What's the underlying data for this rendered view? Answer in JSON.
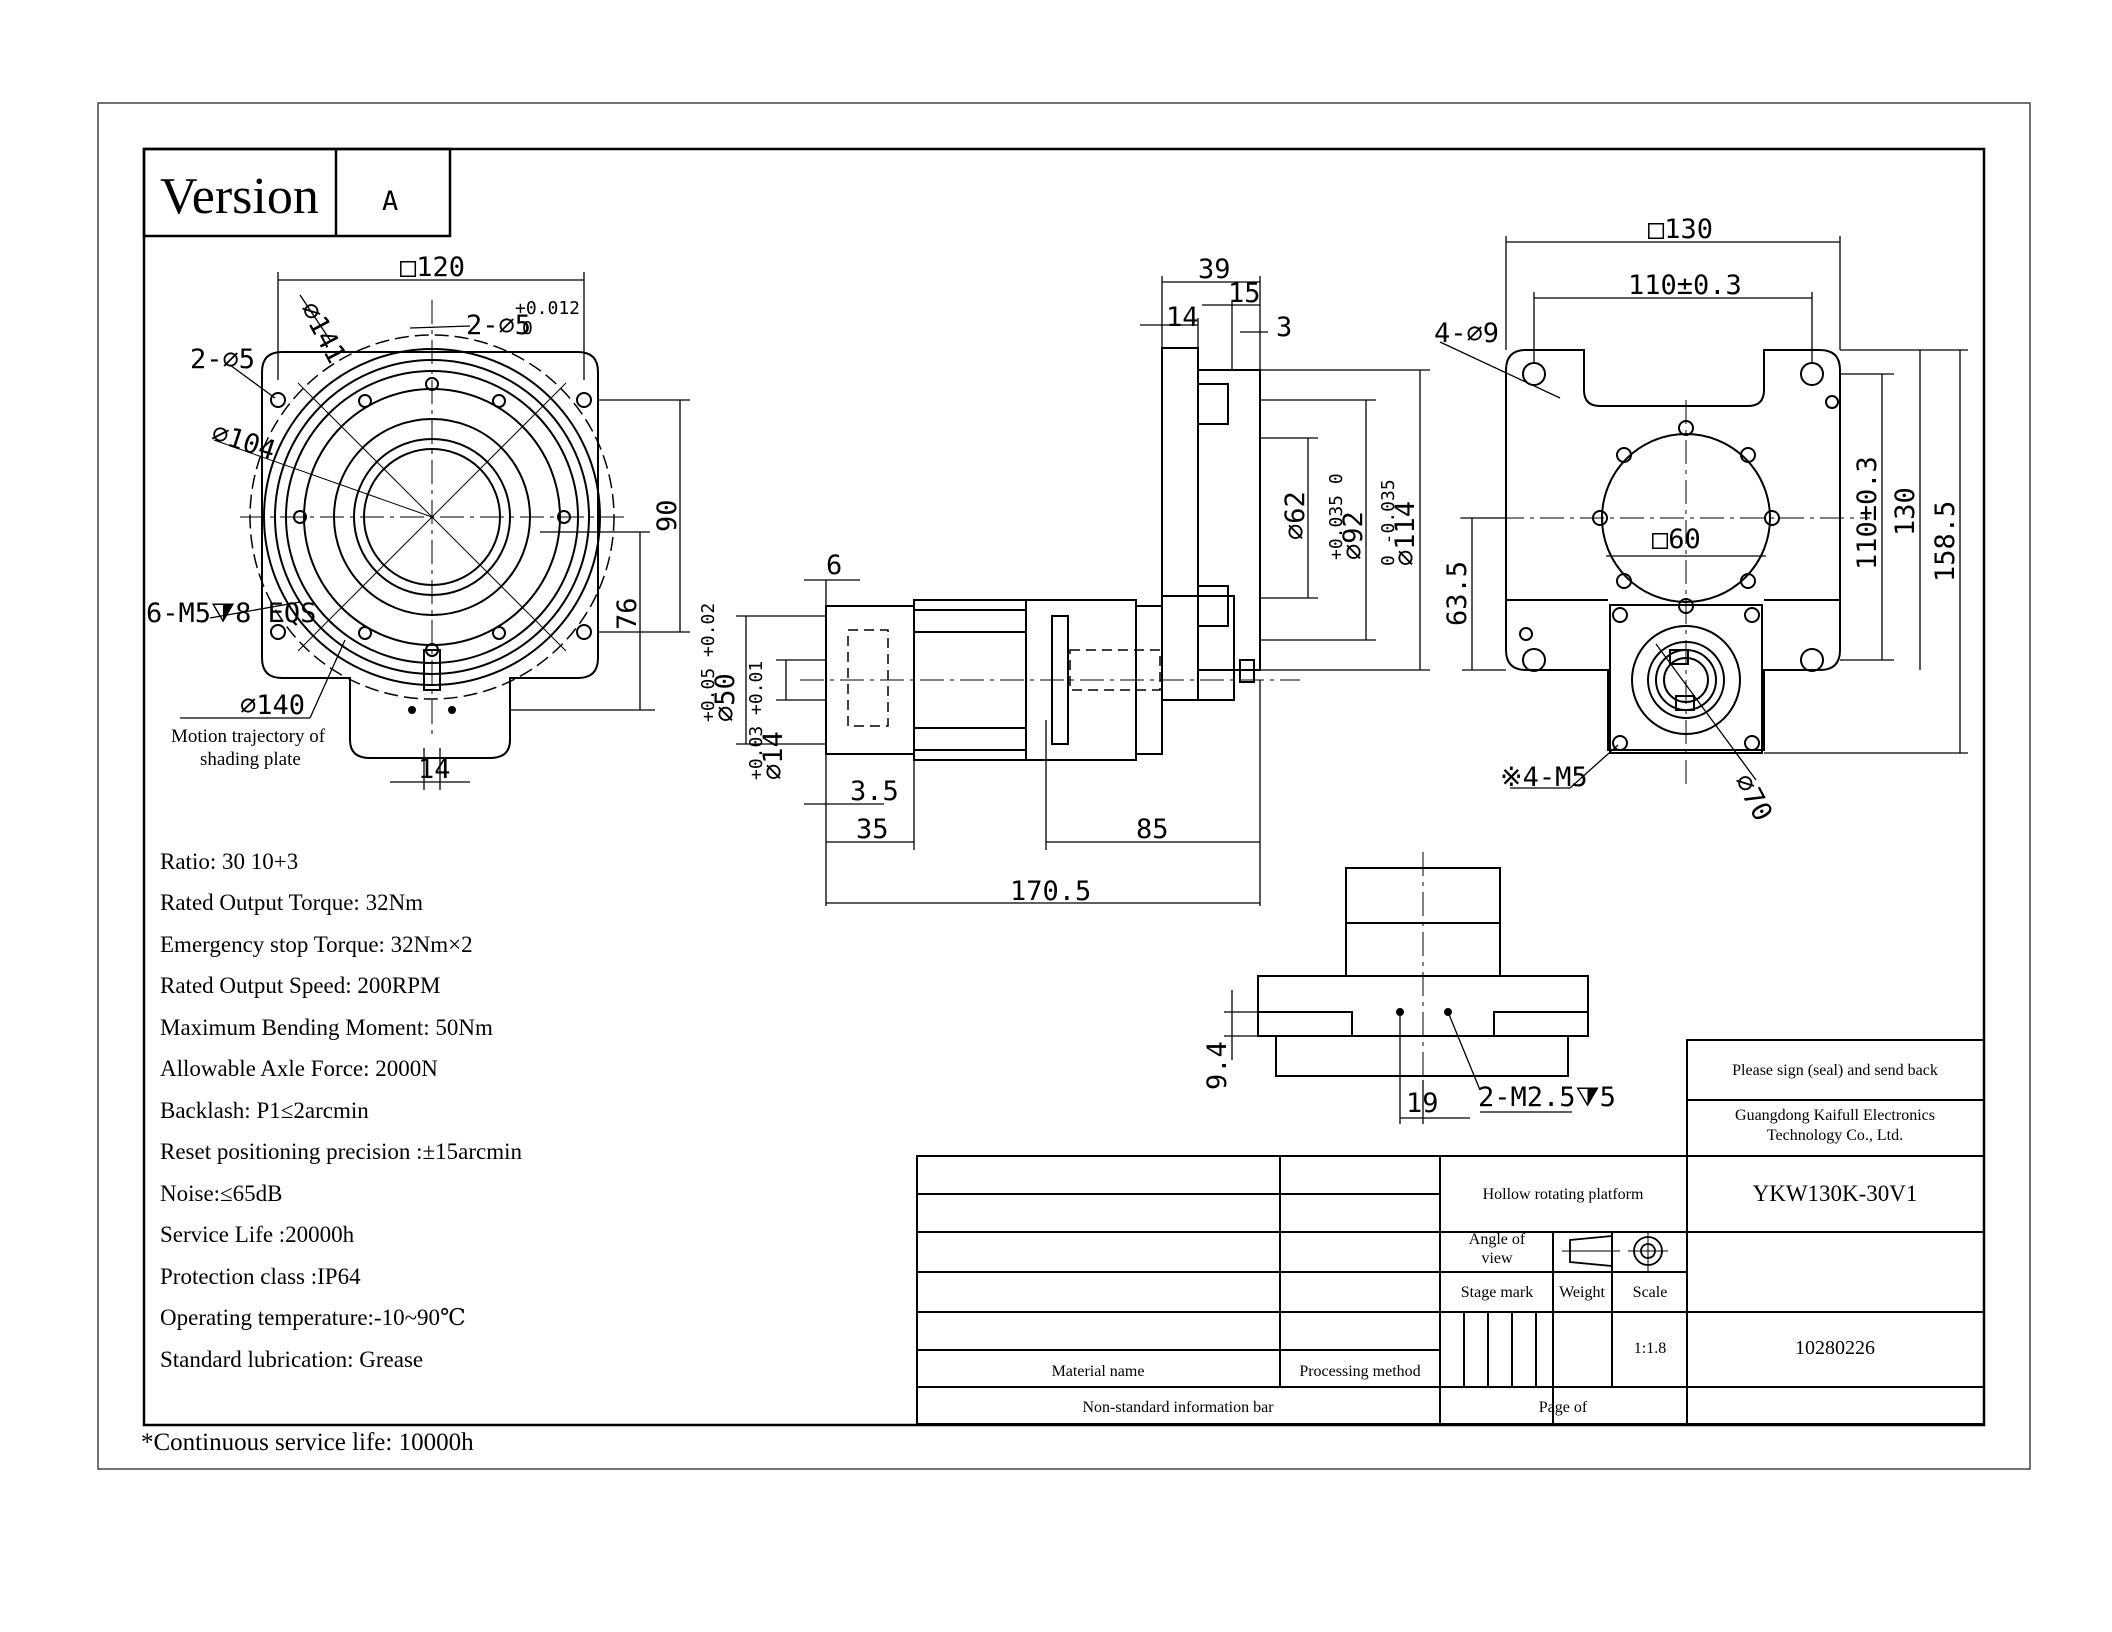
{
  "version": {
    "label": "Version",
    "value": "A"
  },
  "dimensions": {
    "front_square": "□120",
    "front_dia141": "⌀141",
    "front_holes_2x5": "2-⌀5",
    "front_tol_upper": "+0.012",
    "front_tol_lower": "0",
    "front_2phi5_left": "2-⌀5",
    "front_dia104": "⌀104",
    "front_90": "90",
    "front_76": "76",
    "front_thread": "6-M5⧩8 EQS",
    "front_dia140": "⌀140",
    "front_14": "14",
    "motion_note_1": "Motion trajectory of",
    "motion_note_2": "shading plate",
    "side_39": "39",
    "side_15": "15",
    "side_14": "14",
    "side_3": "3",
    "side_6": "6",
    "side_dia62": "⌀62",
    "side_dia92": "⌀92",
    "side_dia92_tol": "+0.035 0",
    "side_dia114": "⌀114",
    "side_dia114_tol": "0 -0.035",
    "side_dia50": "⌀50",
    "side_dia50_tol": "+0.05 +0.02",
    "side_dia14": "⌀14",
    "side_dia14_tol": "+0.03 +0.01",
    "side_3_5": "3.5",
    "side_35": "35",
    "side_85": "85",
    "side_170_5": "170.5",
    "rear_square130": "□130",
    "rear_110": "110±0.3",
    "rear_4phi9": "4-⌀9",
    "rear_square60": "□60",
    "rear_110_v": "110±0.3",
    "rear_130_v": "130",
    "rear_158_5": "158.5",
    "rear_63_5": "63.5",
    "rear_4m5": "※4-M5",
    "rear_dia70": "⌀70",
    "bottom_9_4": "9.4",
    "bottom_19": "19",
    "bottom_m2_5": "2-M2.5⧩5"
  },
  "specs": [
    "Ratio: 30 10+3",
    "Rated Output Torque: 32Nm",
    "Emergency stop Torque: 32Nm×2",
    "Rated Output Speed: 200RPM",
    "Maximum Bending Moment: 50Nm",
    "Allowable Axle Force: 2000N",
    "Backlash: P1≤2arcmin",
    "Reset positioning precision :±15arcmin",
    "Noise:≤65dB",
    "Service Life :20000h",
    "Protection class :IP64",
    "Operating temperature:-10~90℃",
    "Standard lubrication: Grease"
  ],
  "footnote": "*Continuous service life: 10000h",
  "title_block": {
    "sign_note": "Please sign (seal) and send back",
    "company_1": "Guangdong Kaifull Electronics",
    "company_2": "Technology Co., Ltd.",
    "product": "Hollow rotating platform",
    "model": "YKW130K-30V1",
    "angle_1": "Angle of",
    "angle_2": "view",
    "stage_mark": "Stage mark",
    "weight": "Weight",
    "scale": "Scale",
    "scale_value": "1:1.8",
    "drawing_no": "10280226",
    "material_name": "Material name",
    "processing_method": "Processing method",
    "nonstandard": "Non-standard information bar",
    "page_of": "Page of"
  }
}
